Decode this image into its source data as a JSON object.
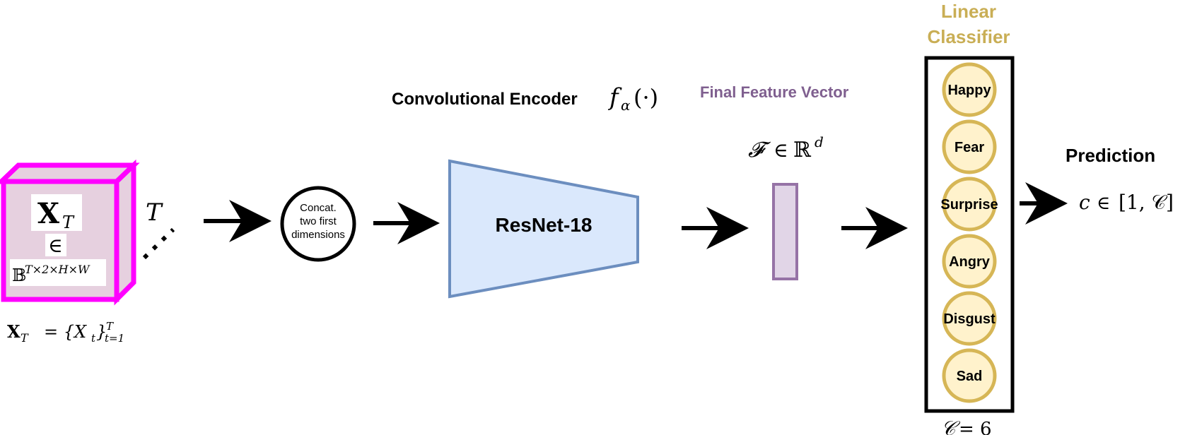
{
  "input": {
    "symbol_main": "X",
    "symbol_sub": "T",
    "element_of": "∈",
    "space_base": "𝔹",
    "space_exp": "T×2×H×W",
    "side_label": "T",
    "set_lhs_main": "X",
    "set_lhs_sub": "T",
    "set_rhs": "= {X",
    "set_rhs_sub_t": "t",
    "set_rhs_close": "}",
    "set_sup": "T",
    "set_sub": "t=1"
  },
  "concat": {
    "line1": "Concat.",
    "line2": "two first",
    "line3": "dimensions"
  },
  "encoder": {
    "title_text": "Convolutional Encoder",
    "title_math_f": "f",
    "title_math_sub": "α",
    "title_math_arg": "(·)",
    "block_label": "ResNet-18"
  },
  "feature": {
    "title": "Final Feature Vector",
    "math_F": "𝓕",
    "math_in": "∈",
    "math_R": "ℝ",
    "math_sup": "d"
  },
  "classifier": {
    "title_line1": "Linear",
    "title_line2": "Classifier",
    "classes": [
      "Happy",
      "Fear",
      "Surprise",
      "Angry",
      "Disgust",
      "Sad"
    ],
    "count_C": "𝒞",
    "count_eq": "= 6"
  },
  "prediction": {
    "title": "Prediction",
    "math_c": "c",
    "math_in": "∈",
    "math_range": "[1, 𝒞]"
  },
  "colors": {
    "magenta": "#ff00ff",
    "cube_fill": "#e6d0df",
    "encoder_fill": "#dae8fc",
    "encoder_stroke": "#6c8ebf",
    "feature_fill": "#e1d5e7",
    "feature_stroke": "#9673a6",
    "classifier_gold": "#c9ae55",
    "class_fill": "#fff2cc",
    "class_stroke": "#d6b656",
    "purple_text": "#7f5f8f"
  }
}
